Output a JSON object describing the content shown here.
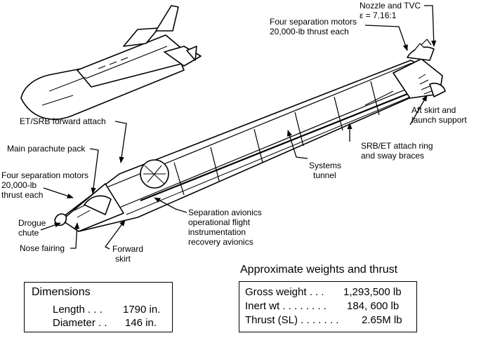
{
  "labels": {
    "nozzle_tvc": "Nozzle and TVC",
    "expansion_ratio": "ε = 7.16:1",
    "aft_motors_1": "Four separation motors",
    "aft_motors_2": "20,000-lb thrust each",
    "aft_skirt_1": "Aft skirt and",
    "aft_skirt_2": "launch support",
    "et_srb_forward": "ET/SRB forward attach",
    "main_parachute": "Main parachute pack",
    "fwd_motors_1": "Four separation motors",
    "fwd_motors_2": "20,000-lb",
    "fwd_motors_3": "thrust each",
    "drogue_1": "Drogue",
    "drogue_2": "chute",
    "nose_fairing": "Nose fairing",
    "forward_skirt_1": "Forward",
    "forward_skirt_2": "skirt",
    "systems_tunnel_1": "Systems",
    "systems_tunnel_2": "tunnel",
    "attach_ring_1": "SRB/ET attach ring",
    "attach_ring_2": "and sway braces",
    "avionics_1": "Separation avionics",
    "avionics_2": "operational flight",
    "avionics_3": "instrumentation",
    "avionics_4": "recovery avionics"
  },
  "dimensions": {
    "title": "Dimensions",
    "length_label": "Length . . .",
    "length_value": "1790 in.",
    "diameter_label": "Diameter . .",
    "diameter_value": "146 in."
  },
  "weights": {
    "title": "Approximate weights and thrust",
    "gross_label": "Gross weight . . .",
    "gross_value": "1,293,500 lb",
    "inert_label": "Inert wt . . . . . . . .",
    "inert_value": "184, 600 lb",
    "thrust_label": "Thrust (SL) . . . . . . .",
    "thrust_value": "2.65M lb"
  }
}
